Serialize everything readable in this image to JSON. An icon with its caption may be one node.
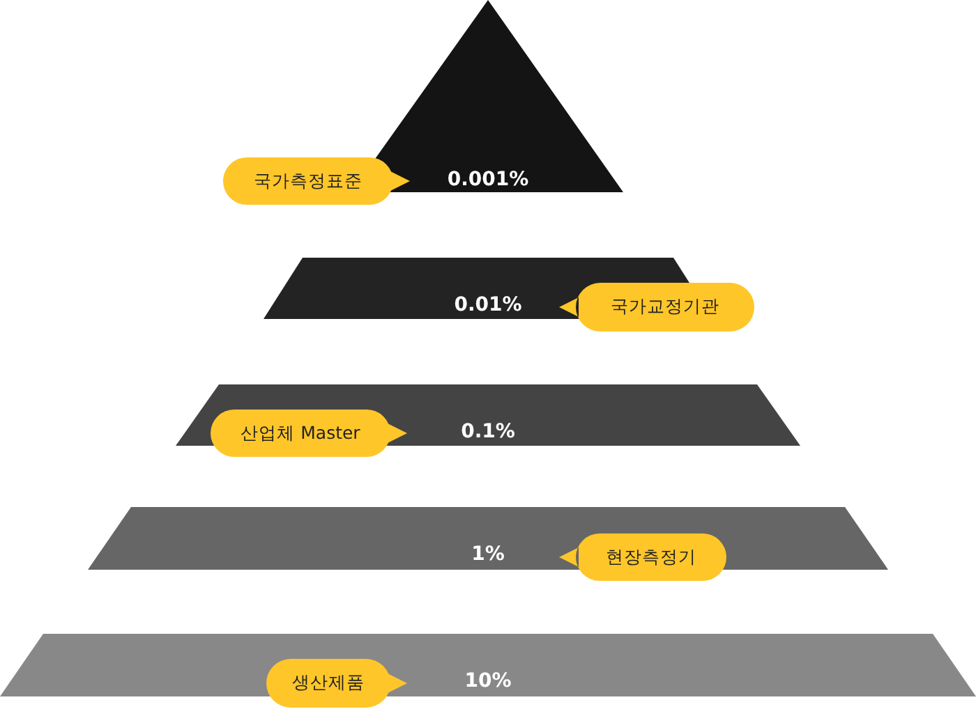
{
  "diagram": {
    "nodes": [
      {
        "text": [
          "0.001%"
        ]
      },
      {
        "text": [
          "국가측정표준"
        ]
      },
      {
        "text": [
          "0.01%"
        ]
      },
      {
        "text": [
          "국가교정기관"
        ]
      },
      {
        "text": [
          "0.1%"
        ]
      },
      {
        "text": [
          "산업체 Master"
        ]
      },
      {
        "text": [
          "1%"
        ]
      },
      {
        "text": [
          "현장측정기"
        ]
      },
      {
        "text": [
          "10%"
        ]
      },
      {
        "text": [
          "생산제품"
        ]
      }
    ]
  }
}
